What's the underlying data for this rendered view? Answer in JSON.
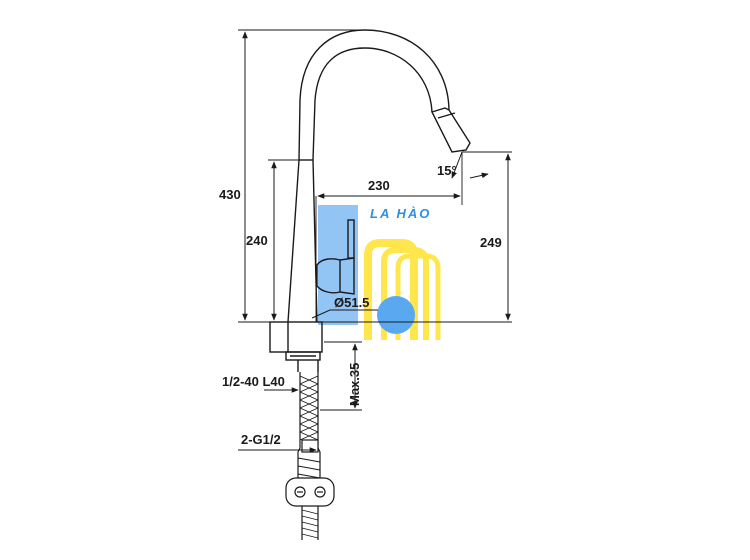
{
  "dimensions": {
    "total_height": "430",
    "base_height": "240",
    "spout_reach": "230",
    "spout_height": "249",
    "spray_angle": "15°",
    "base_diameter": "Ø51.5",
    "max_thickness": "Max.35",
    "hose_thread": "1/2-40 L40",
    "connector_thread": "2-G1/2"
  },
  "watermark": {
    "text": "LA HÀO",
    "colors": {
      "blue": "#5aa9f0",
      "yellow": "#ffe64d",
      "dark_blue": "#2f8fe0"
    }
  },
  "colors": {
    "line": "#1a1a1a",
    "background": "#ffffff"
  }
}
